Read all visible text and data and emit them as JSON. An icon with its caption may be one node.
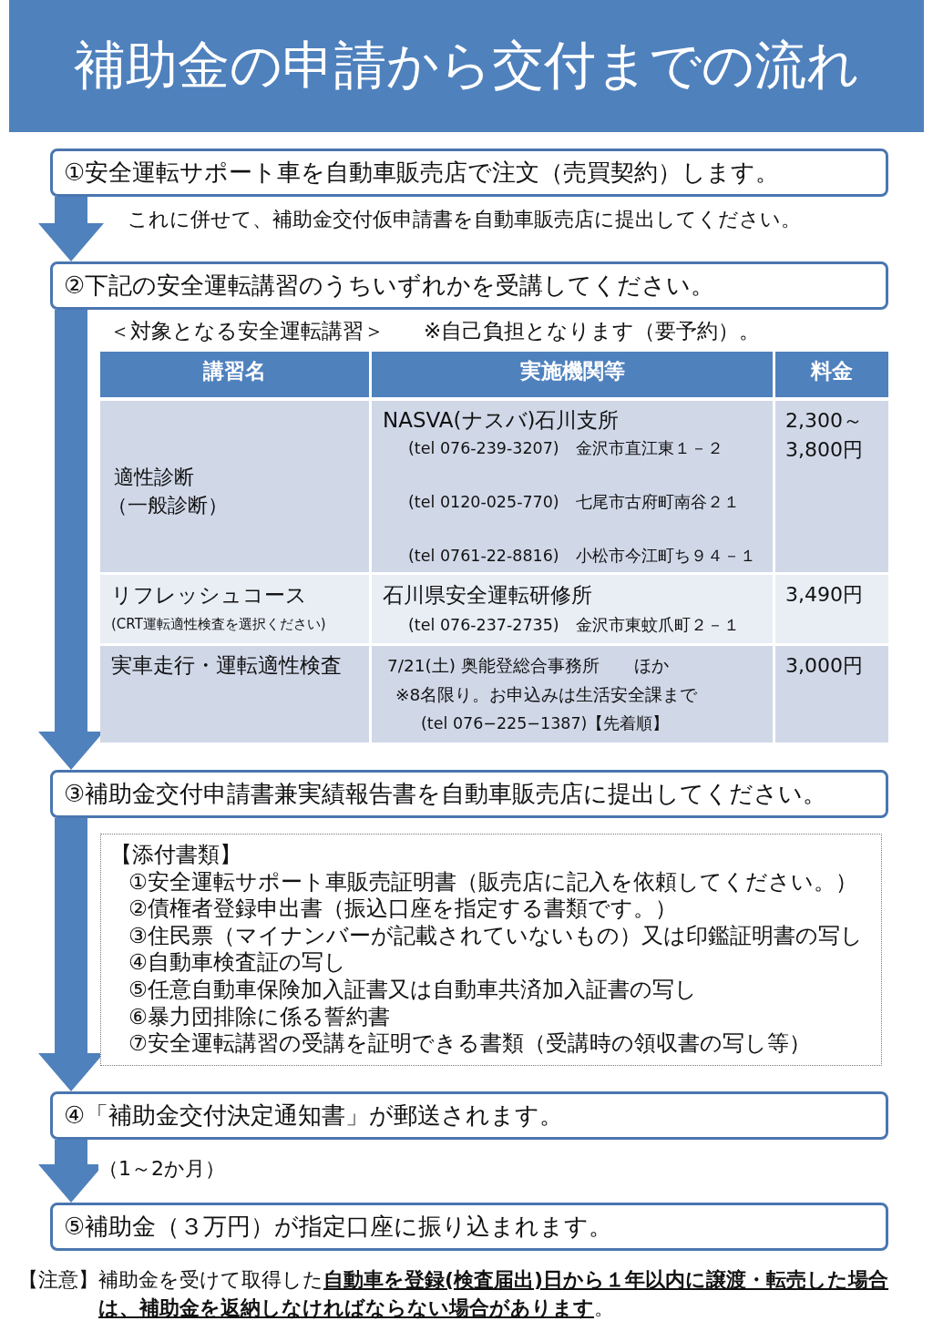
{
  "diagram": {
    "title": "補助金の申請から交付までの流れ",
    "nodes": [
      {
        "text": [
          "①安全運転サポート車を自動車販売店で注文（売買契約）します。"
        ],
        "beside": [
          "これに併せて、補助金交付仮申請書を自動車販売店に提出してください。"
        ]
      },
      {
        "text": [
          "②下記の安全運転講習のうちいずれかを受講してください。"
        ]
      },
      {
        "text": [
          "③補助金交付申請書兼実績報告書を自動車販売店に提出してください。"
        ]
      },
      {
        "text": [
          "【添付書類】",
          "①安全運転サポート車販売証明書（販売店に記入を依頼してください。）",
          "②債権者登録申出書（振込口座を指定する書類です。）",
          "③住民票（マイナンバーが記載されていないもの）又は印鑑証明書の写し",
          "④自動車検査証の写し",
          "⑤任意自動車保険加入証書又は自動車共済加入証書の写し",
          "⑥暴力団排除に係る誓約書",
          "⑦安全運転講習の受講を証明できる書類（受講時の領収書の写し等）"
        ]
      },
      {
        "text": [
          "④「補助金交付決定通知書」が郵送されます。"
        ]
      },
      {
        "text": [
          "⑤補助金（３万円）が指定口座に振り込まれます。"
        ]
      }
    ],
    "edges": [
      {
        "from": 0,
        "to": 1,
        "arrow": "to"
      },
      {
        "from": 1,
        "to": 2,
        "arrow": "to"
      },
      {
        "from": 2,
        "to": 4,
        "arrow": "to"
      },
      {
        "from": 4,
        "to": 5,
        "arrow": "to",
        "label": "（1～2か月）"
      }
    ],
    "labels": [
      "＜対象となる安全運転講習＞",
      "※自己負担となります（要予約）。",
      "講習名",
      "実施機関等",
      "料金",
      "適性診断",
      "（一般診断）",
      "NASVA(ナスバ)石川支所",
      "(tel 076-239-3207)　金沢市直江東１－２",
      "(tel 0120-025-770)　七尾市古府町南谷２１",
      "(tel 0761-22-8816)　小松市今江町ち９４－１",
      "2,300～",
      "3,800円",
      "リフレッシュコース",
      "(CRT運転適性検査を選択ください)",
      "石川県安全運転研修所",
      "(tel 076-237-2735)　金沢市東蚊爪町２－１",
      "3,490円",
      "実車走行・運転適性検査",
      "7/21(土) 奥能登総合事務所　　ほか",
      "※8名限り。お申込みは生活安全課まで",
      "(tel 076−225−1387)【先着順】",
      "3,000円",
      "【注意】補助金を受けて取得した**自動車を登録(検査届出)日から１年以内に譲渡・転売した場合は、補助金を返納しなければならない場合があります**。"
    ]
  }
}
